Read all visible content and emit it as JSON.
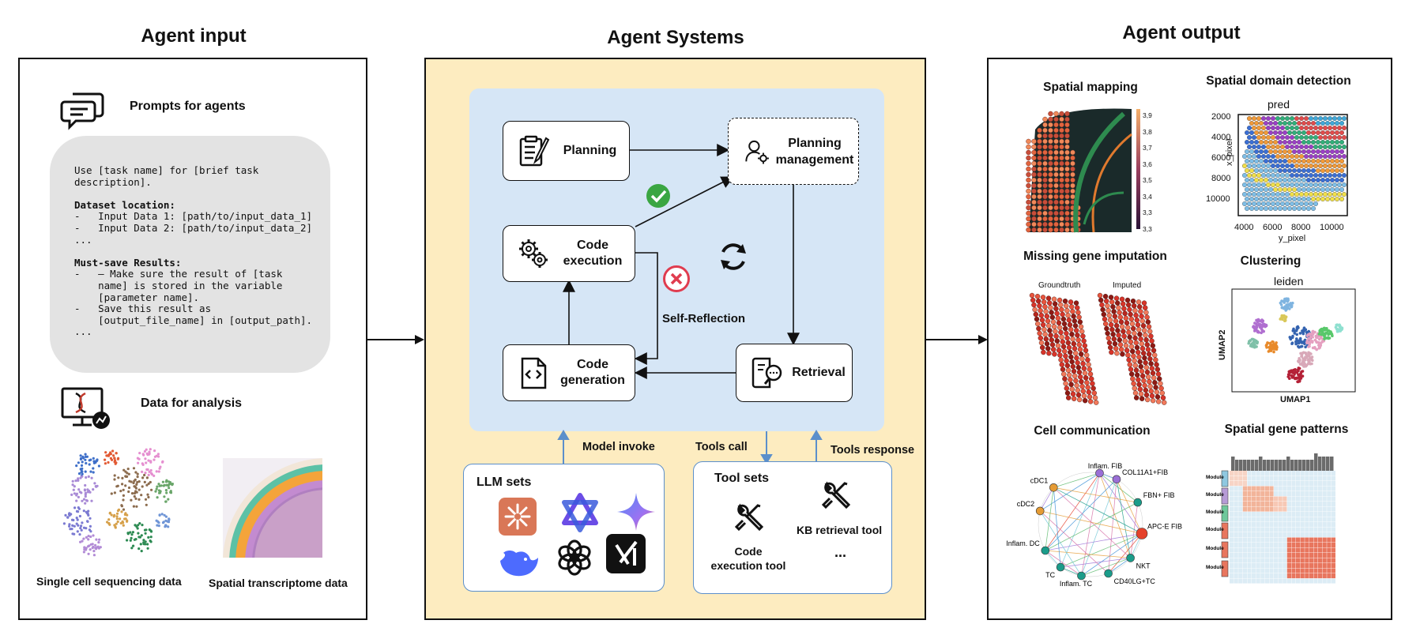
{
  "columns": {
    "input_title": "Agent input",
    "systems_title": "Agent Systems",
    "output_title": "Agent output"
  },
  "input": {
    "prompts_label": "Prompts for agents",
    "prompt_lines": [
      {
        "text": "Use [task name] for [brief task",
        "bold": false
      },
      {
        "text": "description].",
        "bold": false
      },
      {
        "text": "",
        "bold": false
      },
      {
        "text": "Dataset location:",
        "bold": true
      },
      {
        "text": "-   Input Data 1: [path/to/input_data_1]",
        "bold": false
      },
      {
        "text": "-   Input Data 2: [path/to/input_data_2]",
        "bold": false
      },
      {
        "text": "...",
        "bold": false
      },
      {
        "text": "",
        "bold": false
      },
      {
        "text": "Must-save Results:",
        "bold": true
      },
      {
        "text": "-   – Make sure the result of [task",
        "bold": false
      },
      {
        "text": "    name] is stored in the variable",
        "bold": false
      },
      {
        "text": "    [parameter name].",
        "bold": false
      },
      {
        "text": "-   Save this result as",
        "bold": false
      },
      {
        "text": "    [output_file_name] in [output_path].",
        "bold": false
      },
      {
        "text": "...",
        "bold": false
      }
    ],
    "data_label": "Data for analysis",
    "sc_label": "Single cell sequencing data",
    "spatial_label": "Spatial transcriptome data"
  },
  "system": {
    "planning": "Planning",
    "planning_mgmt_1": "Planning",
    "planning_mgmt_2": "management",
    "code_exec_1": "Code",
    "code_exec_2": "execution",
    "code_gen_1": "Code",
    "code_gen_2": "generation",
    "retrieval": "Retrieval",
    "self_reflection": "Self-Reflection",
    "model_invoke": "Model invoke",
    "tools_call": "Tools call",
    "tools_response": "Tools response",
    "llm_sets": "LLM sets",
    "tool_sets": "Tool sets",
    "code_exec_tool_1": "Code",
    "code_exec_tool_2": "execution tool",
    "kb_tool": "KB retrieval tool",
    "ellipsis": "..."
  },
  "output": {
    "spatial_mapping": "Spatial mapping",
    "spatial_domain": "Spatial domain detection",
    "pred": "pred",
    "domain_y_ticks": [
      "2000",
      "4000",
      "6000",
      "8000",
      "10000"
    ],
    "domain_x_ticks": [
      "4000",
      "6000",
      "8000",
      "10000"
    ],
    "domain_xlabel": "y_pixel",
    "domain_ylabel": "x_pixel",
    "colorbar_ticks": [
      "3,9",
      "3,8",
      "3,7",
      "3,6",
      "3,5",
      "3,4",
      "3,3",
      "3,3"
    ],
    "missing_gene": "Missing gene imputation",
    "groundtruth": "Groundtruth",
    "imputed": "Imputed",
    "clustering": "Clustering",
    "leiden": "leiden",
    "umap1": "UMAP1",
    "umap2": "UMAP2",
    "cell_comm": "Cell communication",
    "cc_labels": [
      "Inflam. FIB",
      "COL11A1+FIB",
      "FBN+ FIB",
      "APC-E FIB",
      "NKT",
      "CD40LG+TC",
      "Inflam. TC",
      "TC",
      "Inflam. DC",
      "cDC2",
      "cDC1"
    ],
    "spatial_patterns": "Spatial gene patterns",
    "module_label": "Module"
  },
  "colors": {
    "system_bg": "#fdecc0",
    "inner_bg": "#d6e6f6",
    "set_border": "#5b8fcb",
    "check": "#3aa642",
    "cross": "#e03c4f"
  }
}
